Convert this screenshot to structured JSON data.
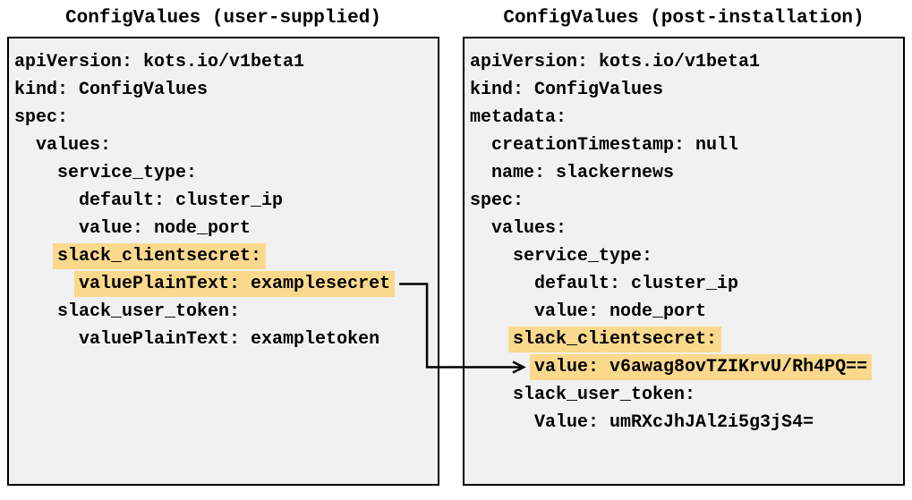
{
  "colors": {
    "highlight": "#fad98c",
    "panel_background": "#f1f1f1",
    "panel_border": "#000000",
    "arrow": "#000000",
    "text": "#000000"
  },
  "arrow": {
    "meaning": "maps plaintext secret to encrypted value",
    "from_text": "valuePlainText: examplesecret",
    "to_text": "value: v6awag8ovTZIKrvU/Rh4PQ=="
  },
  "panels": [
    {
      "title": "ConfigValues (user-supplied)",
      "lines": [
        {
          "indent": 0,
          "text": "apiVersion: kots.io/v1beta1",
          "highlight": false
        },
        {
          "indent": 0,
          "text": "kind: ConfigValues",
          "highlight": false
        },
        {
          "indent": 0,
          "text": "spec:",
          "highlight": false
        },
        {
          "indent": 2,
          "text": "values:",
          "highlight": false
        },
        {
          "indent": 4,
          "text": "service_type:",
          "highlight": false
        },
        {
          "indent": 6,
          "text": "default: cluster_ip",
          "highlight": false
        },
        {
          "indent": 6,
          "text": "value: node_port",
          "highlight": false
        },
        {
          "indent": 4,
          "text": "slack_clientsecret:",
          "highlight": true
        },
        {
          "indent": 6,
          "text": "valuePlainText: examplesecret",
          "highlight": true
        },
        {
          "indent": 4,
          "text": "slack_user_token:",
          "highlight": false
        },
        {
          "indent": 6,
          "text": "valuePlainText: exampletoken",
          "highlight": false
        }
      ]
    },
    {
      "title": "ConfigValues (post-installation)",
      "lines": [
        {
          "indent": 0,
          "text": "apiVersion: kots.io/v1beta1",
          "highlight": false
        },
        {
          "indent": 0,
          "text": "kind: ConfigValues",
          "highlight": false
        },
        {
          "indent": 0,
          "text": "metadata:",
          "highlight": false
        },
        {
          "indent": 2,
          "text": "creationTimestamp: null",
          "highlight": false
        },
        {
          "indent": 2,
          "text": "name: slackernews",
          "highlight": false
        },
        {
          "indent": 0,
          "text": "spec:",
          "highlight": false
        },
        {
          "indent": 2,
          "text": "values:",
          "highlight": false
        },
        {
          "indent": 4,
          "text": "service_type:",
          "highlight": false
        },
        {
          "indent": 6,
          "text": "default: cluster_ip",
          "highlight": false
        },
        {
          "indent": 6,
          "text": "value: node_port",
          "highlight": false
        },
        {
          "indent": 4,
          "text": "slack_clientsecret:",
          "highlight": true
        },
        {
          "indent": 6,
          "text": "value: v6awag8ovTZIKrvU/Rh4PQ==",
          "highlight": true
        },
        {
          "indent": 4,
          "text": "slack_user_token:",
          "highlight": false
        },
        {
          "indent": 6,
          "text": "Value: umRXcJhJAl2i5g3jS4=",
          "highlight": false
        }
      ]
    }
  ]
}
